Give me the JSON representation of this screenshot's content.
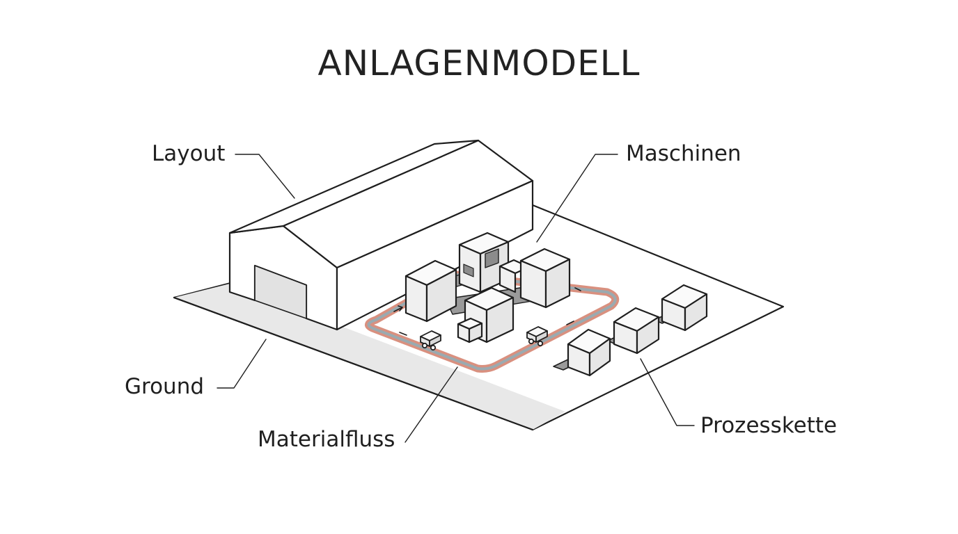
{
  "title": "ANLAGENMODELL",
  "labels": {
    "layout": "Layout",
    "maschinen": "Maschinen",
    "ground": "Ground",
    "materialfluss": "Materialfluss",
    "prozesskette": "Prozesskette"
  },
  "colors": {
    "line": "#1e1e1e",
    "ground_fill": "#ffffff",
    "road_fill": "#e8e8e8",
    "machine_fill": "#f4f4f4",
    "conveyor": "#8a8a8a",
    "material_flow_outer": "#d9907f",
    "material_flow_inner": "#9aaab0"
  }
}
